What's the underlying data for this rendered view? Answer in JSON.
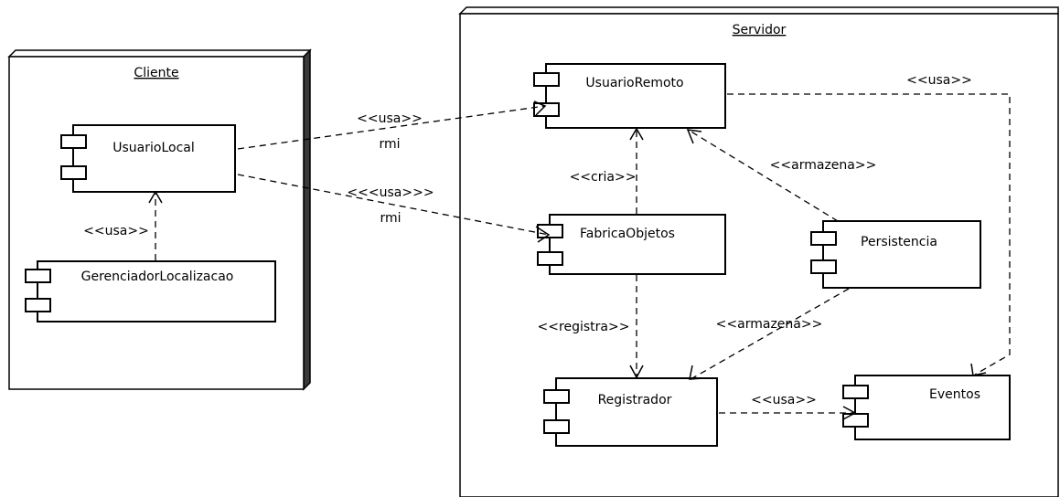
{
  "nodes": {
    "cliente": {
      "title": "Cliente"
    },
    "servidor": {
      "title": "Servidor"
    }
  },
  "components": {
    "usuario_local": {
      "label": "UsuarioLocal"
    },
    "gerenciador_localizacao": {
      "label": "GerenciadorLocalizacao"
    },
    "usuario_remoto": {
      "label": "UsuarioRemoto"
    },
    "fabrica_objetos": {
      "label": "FabricaObjetos"
    },
    "persistencia": {
      "label": "Persistencia"
    },
    "registrador": {
      "label": "Registrador"
    },
    "eventos": {
      "label": "Eventos"
    }
  },
  "edges": {
    "local_remoto": {
      "stereotype": "<<usa>>",
      "note": "rmi"
    },
    "local_fabrica": {
      "stereotype": "<<<usa>>>",
      "note": "rmi"
    },
    "gerenciador_local": {
      "stereotype": "<<usa>>"
    },
    "fabrica_remoto": {
      "stereotype": "<<cria>>"
    },
    "persistencia_remoto": {
      "stereotype": "<<armazena>>"
    },
    "remoto_eventos": {
      "stereotype": "<<usa>>"
    },
    "fabrica_registrador": {
      "stereotype": "<<registra>>"
    },
    "persistencia_registrador": {
      "stereotype": "<<armazena>>"
    },
    "registrador_eventos": {
      "stereotype": "<<usa>>"
    }
  }
}
